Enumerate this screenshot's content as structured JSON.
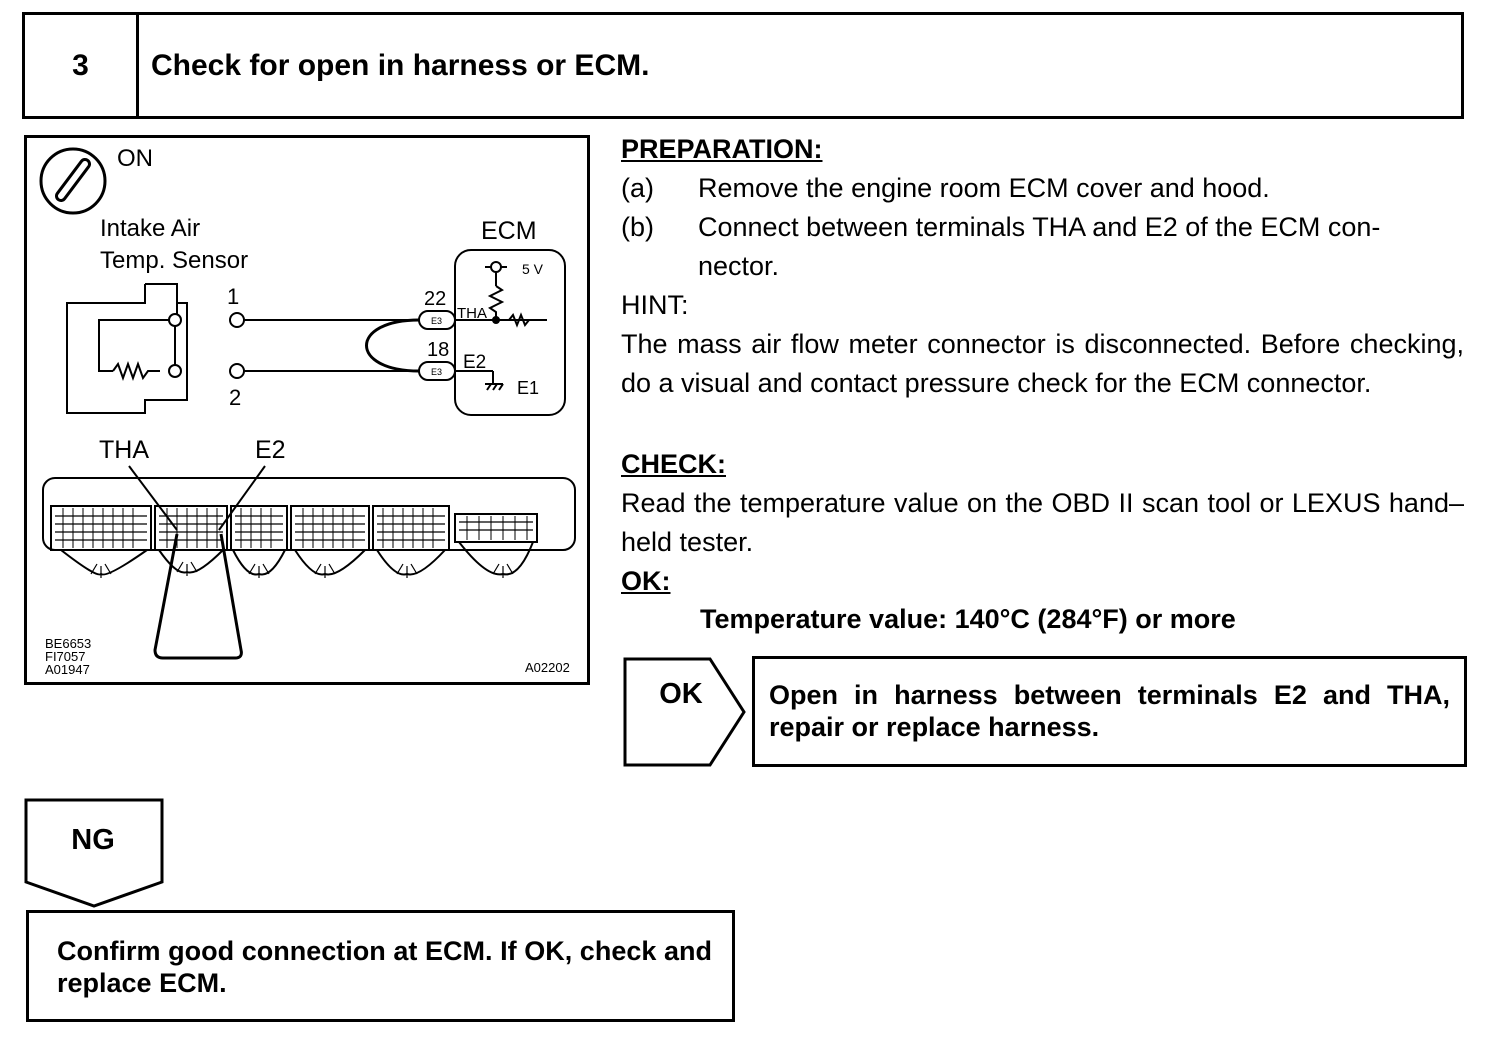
{
  "step": {
    "number": "3",
    "title": "Check for open in harness or ECM."
  },
  "figure": {
    "switch_label": "ON",
    "sensor_label_line1": "Intake Air",
    "sensor_label_line2": "Temp. Sensor",
    "ecm_label": "ECM",
    "voltage_label": "5 V",
    "pin1_label": "1",
    "pin2_label": "2",
    "terminal22_label": "22",
    "terminal18_label": "18",
    "connector_code_top": "E3",
    "connector_code_bottom": "E3",
    "tha_inner_label": "THA",
    "e2_inner_label": "E2",
    "e1_label": "E1",
    "tha_pointer_label": "THA",
    "e2_pointer_label": "E2",
    "ref_code_1": "BE6653",
    "ref_code_2": "FI7057",
    "ref_code_3": "A01947",
    "ref_code_4": "A02202"
  },
  "instructions": {
    "preparation_heading": "PREPARATION:",
    "prep_a_marker": "(a)",
    "prep_a_text": "Remove the engine room ECM cover and hood.",
    "prep_b_marker": "(b)",
    "prep_b_text_line1": "Connect between terminals THA and E2 of the ECM con-",
    "prep_b_text_line2": "nector.",
    "hint_heading": "HINT:",
    "hint_text": "The mass air flow meter connector is disconnected. Before checking, do a visual and contact pressure check for the ECM connector.",
    "check_heading": "CHECK:",
    "check_text": "Read the temperature value on the OBD II scan tool or LEXUS hand–held tester.",
    "ok_heading": "OK:",
    "ok_spec": "Temperature value: 140°C (284°F) or more"
  },
  "ok_branch": {
    "label": "OK",
    "result": "Open in harness between terminals E2 and THA, repair or replace harness."
  },
  "ng_branch": {
    "label": "NG",
    "result": "Confirm good connection at ECM. If OK, check and replace ECM."
  }
}
